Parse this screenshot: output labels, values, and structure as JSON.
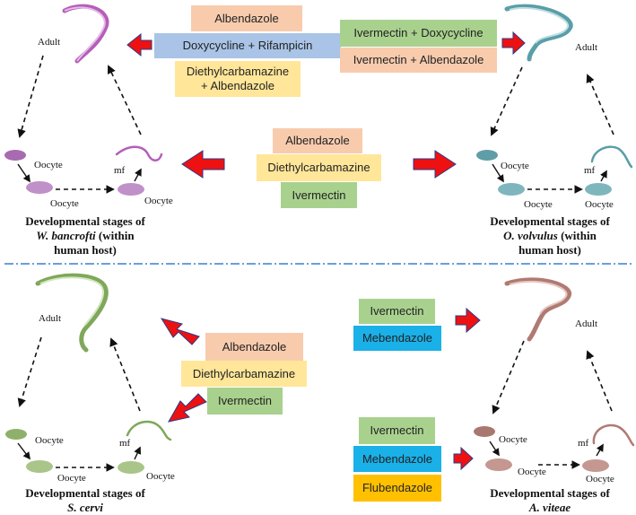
{
  "stage_labels": {
    "adult": "Adult",
    "oocyte": "Oocyte",
    "mf": "mf"
  },
  "panels": {
    "wb": {
      "caption_line1": "Developmental stages of",
      "caption_species": "W. bancrofti",
      "caption_rest": " (within",
      "caption_line3": "human host)",
      "worm_color": "#b45fb8",
      "drugs": [
        "Albendazole",
        "Doxycycline + Rifampicin",
        "Diethylcarbamazine\n+ Albendazole"
      ]
    },
    "ov": {
      "caption_line1": "Developmental stages of",
      "caption_species": "O. volvulus",
      "caption_rest": " (within",
      "caption_line3": "human host)",
      "worm_color": "#5a9ea8",
      "drugs": [
        "Ivermectin + Doxycycline",
        "Ivermectin + Albendazole"
      ]
    },
    "shared": {
      "drugs": [
        "Albendazole",
        "Diethylcarbamazine",
        "Ivermectin"
      ]
    },
    "sc": {
      "caption_line1": "Developmental stages of",
      "caption_species": "S. cervi",
      "worm_color": "#7fa85a",
      "drugs": [
        "Albendazole",
        "Diethylcarbamazine",
        "Ivermectin"
      ]
    },
    "av": {
      "caption_line1": "Developmental stages of",
      "caption_species": "A. viteae",
      "worm_color": "#b07a72",
      "drugs_top": [
        "Ivermectin",
        "Mebendazole"
      ],
      "drugs_bottom": [
        "Ivermectin",
        "Mebendazole",
        "Flubendazole"
      ]
    }
  },
  "colors": {
    "arrow_red": "#ee1111",
    "arrow_outline": "#2a3a8a",
    "divider": "#3b7dd8",
    "box_orange": "#f8cbad",
    "box_blue": "#a9c4e6",
    "box_yellow": "#ffe699",
    "box_green": "#a9d18e",
    "box_cyan": "#1ab0e8",
    "box_gold": "#ffc000"
  }
}
